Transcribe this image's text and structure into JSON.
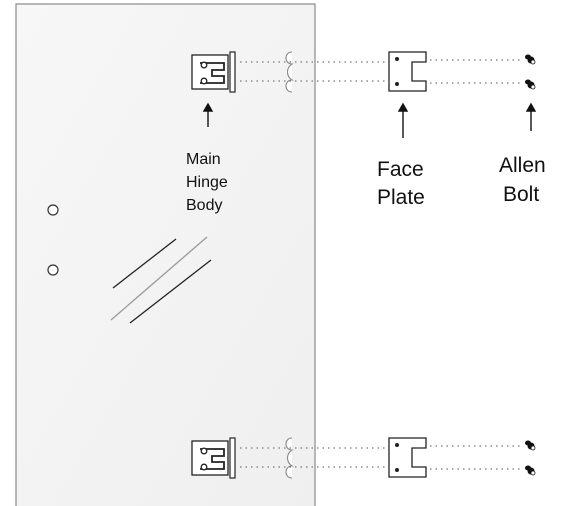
{
  "labels": {
    "hinge_body": [
      "Main",
      "Hinge",
      "Body"
    ],
    "face_plate": [
      "Face",
      "Plate"
    ],
    "allen_bolt": [
      "Allen",
      "Bolt"
    ]
  },
  "components": {
    "glass_panel": "glass door panel",
    "hinge_sets": 2,
    "door_holes": 2,
    "glass_reflection_lines": 3
  },
  "colors": {
    "glass_fill": "#f4f4f4",
    "glass_edge": "#8a8a8a",
    "hardware_stroke": "#222222",
    "dotted_guide": "#777777"
  }
}
